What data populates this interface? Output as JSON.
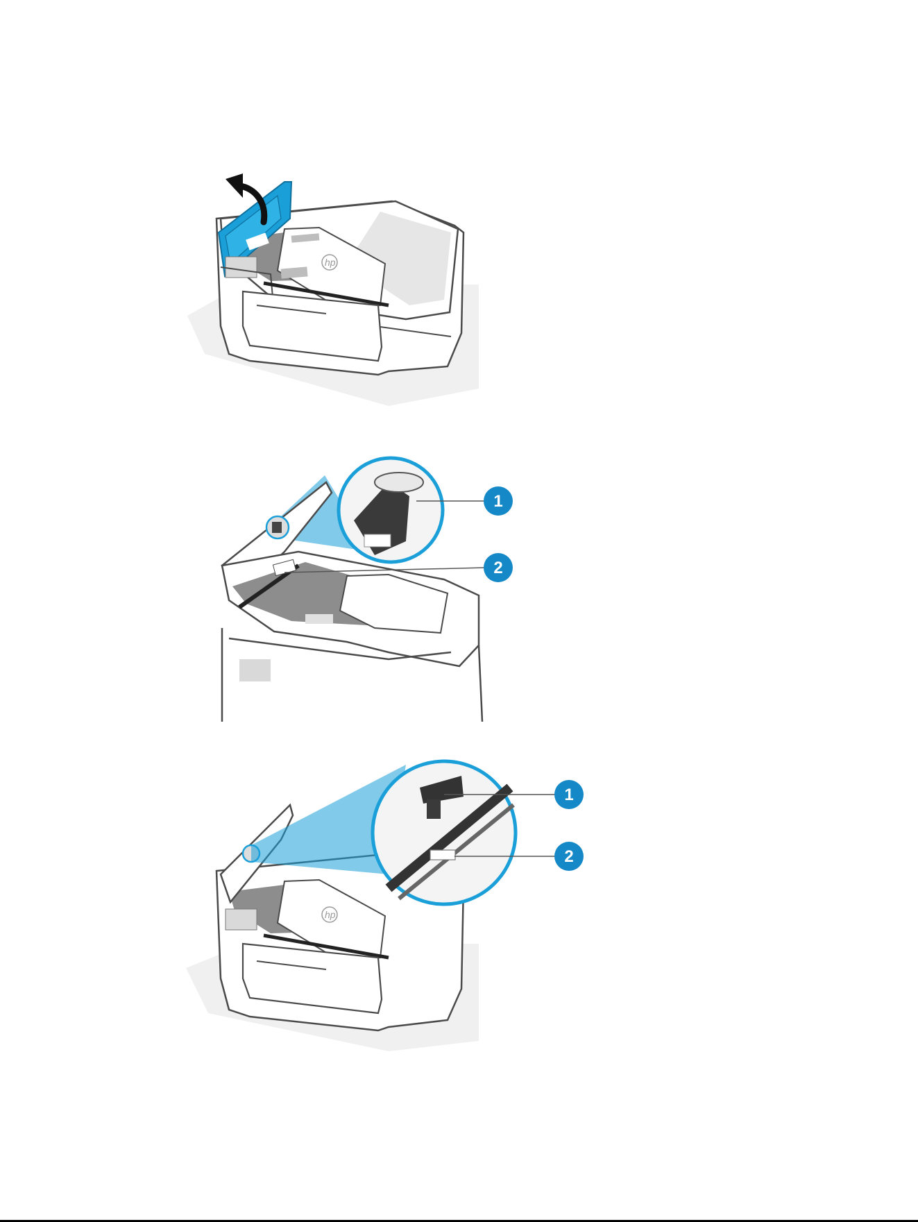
{
  "figures": [
    {
      "id": "open-adf-cover",
      "logo_text": "hp"
    },
    {
      "id": "adf-cover-detail",
      "callouts": [
        "1",
        "2"
      ]
    },
    {
      "id": "adf-rollers-zoom",
      "logo_text": "hp",
      "callouts": [
        "1",
        "2"
      ]
    }
  ],
  "colors": {
    "accent_blue": "#1a9fd9",
    "callout_blue": "#1589c7",
    "highlight_blue": "#7fd0ec",
    "outline": "#4a4a4a",
    "floor": "#f0f0f0"
  },
  "icons": [
    "curved-arrow-icon",
    "hp-logo-icon",
    "callout-circle-icon"
  ]
}
